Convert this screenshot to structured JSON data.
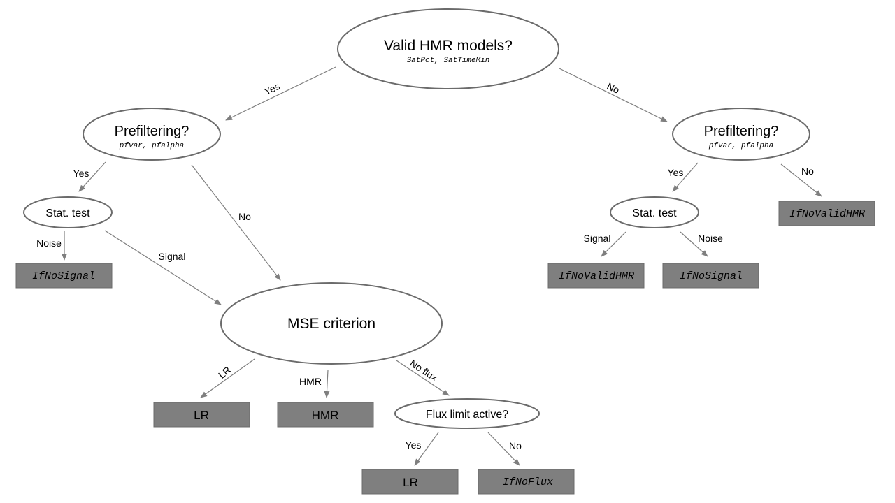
{
  "nodes": {
    "root": {
      "title": "Valid HMR models?",
      "params": "SatPct, SatTimeMin"
    },
    "prefilter_left": {
      "title": "Prefiltering?",
      "params": "pfvar, pfalpha"
    },
    "prefilter_right": {
      "title": "Prefiltering?",
      "params": "pfvar, pfalpha"
    },
    "stat_left": {
      "title": "Stat. test"
    },
    "stat_right": {
      "title": "Stat. test"
    },
    "mse": {
      "title": "MSE criterion"
    },
    "flux_limit": {
      "title": "Flux limit active?"
    }
  },
  "outcomes": {
    "if_no_signal_left": "IfNoSignal",
    "if_no_valid_hmr_top_right": "IfNoValidHMR",
    "if_no_valid_hmr_right": "IfNoValidHMR",
    "if_no_signal_right": "IfNoSignal",
    "lr_mse": "LR",
    "hmr_mse": "HMR",
    "lr_flux": "LR",
    "if_no_flux": "IfNoFlux"
  },
  "edges": {
    "root_yes": "Yes",
    "root_no": "No",
    "pfl_yes": "Yes",
    "pfl_no": "No",
    "pfr_yes": "Yes",
    "pfr_no": "No",
    "statl_noise": "Noise",
    "statl_signal": "Signal",
    "statr_signal": "Signal",
    "statr_noise": "Noise",
    "mse_lr": "LR",
    "mse_hmr": "HMR",
    "mse_noflux": "No flux",
    "flux_yes": "Yes",
    "flux_no": "No"
  },
  "colors": {
    "box_fill": "#7f7f7f",
    "line": "#7f7f7f",
    "ellipse_stroke": "#6b6b6b"
  }
}
